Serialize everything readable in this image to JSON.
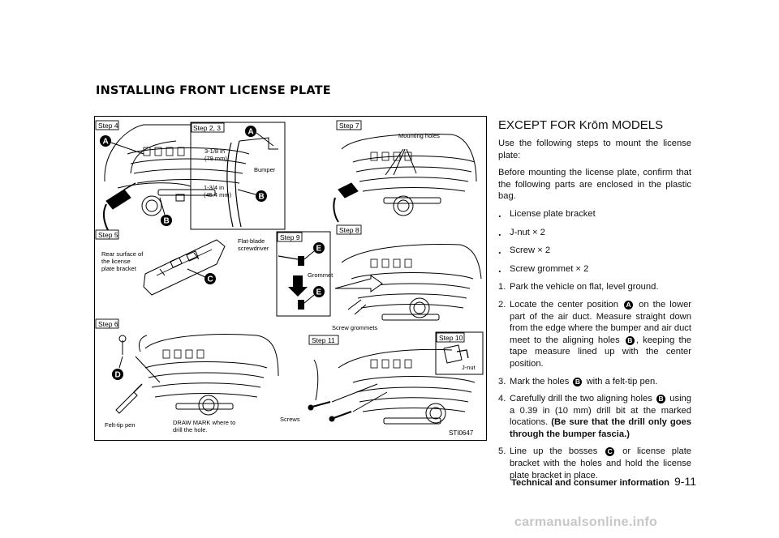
{
  "page": {
    "section_title": "INSTALLING FRONT LICENSE PLATE",
    "footer_section": "Technical and consumer information",
    "footer_page": "9-11",
    "watermark": "carmanualsonline.info"
  },
  "figure": {
    "code": "STI0647",
    "steps": [
      "Step 4",
      "Step 2, 3",
      "Step 7",
      "Step 5",
      "Step 9",
      "Step 8",
      "Step 6",
      "Step 11",
      "Step 10"
    ],
    "callouts": {
      "a": "A",
      "b": "B",
      "c": "C",
      "d": "D",
      "e": "E"
    },
    "labels": {
      "dim1_line1": "3-1/8 in",
      "dim1_line2": "(79 mm)",
      "dim2_line1": "1-3/4 in",
      "dim2_line2": "(45.4 mm)",
      "bumper": "Bumper",
      "mounting_holes": "Mounting holes",
      "rear_surface_line1": "Rear surface of",
      "rear_surface_line2": "the license",
      "rear_surface_line3": "plate bracket",
      "flat_blade_line1": "Flat-blade",
      "flat_blade_line2": "screwdriver",
      "grommet": "Grommet",
      "screw_grommets": "Screw grommets",
      "felt_tip_pen": "Felt-tip pen",
      "draw_mark_line1": "DRAW MARK where to",
      "draw_mark_line2": "drill the hole.",
      "screws": "Screws",
      "j_nut": "J-nut"
    }
  },
  "text": {
    "heading": "EXCEPT FOR Krōm MODELS",
    "intro1": "Use the following steps to mount the license plate:",
    "intro2": "Before mounting the license plate, confirm that the following parts are enclosed in the plastic bag.",
    "bullets": [
      "License plate bracket",
      "J-nut  × 2",
      "Screw  × 2",
      "Screw grommet  × 2"
    ],
    "step1_num": "1.",
    "step1": "Park the vehicle on flat, level ground.",
    "step2_num": "2.",
    "step2_a": "Locate the center position",
    "step2_b": "on the lower part of the air duct. Measure straight down from the edge where the bumper and air duct meet to the aligning holes",
    "step2_c": ", keeping the tape measure lined up with the center position.",
    "step3_num": "3.",
    "step3_a": "Mark the holes",
    "step3_b": "with a felt-tip pen.",
    "step4_num": "4.",
    "step4_a": "Carefully drill the two aligning holes",
    "step4_b": "using a 0.39 in (10 mm) drill bit at the marked locations.",
    "step4_bold": "(Be sure that the drill only goes through the bumper fascia.)",
    "step5_num": "5.",
    "step5_a": "Line up the bosses",
    "step5_b": "or license plate bracket with the holes and hold the license plate bracket in place."
  }
}
